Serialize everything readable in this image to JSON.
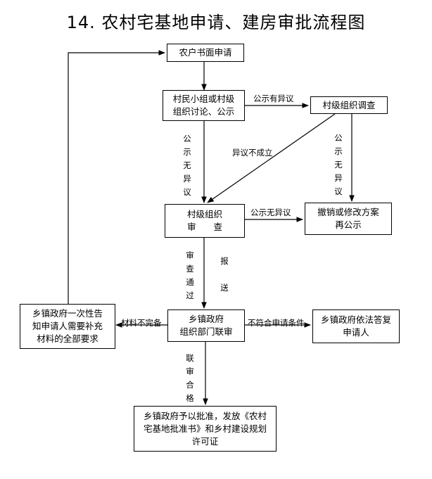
{
  "title": "14. 农村宅基地申请、建房审批流程图",
  "boxes": {
    "apply": "农户书面申请",
    "discuss": "村民小组或村级\n组织讨论、公示",
    "investigate": "村级组织调查",
    "review": "村级组织\n审　　查",
    "revoke": "撤销或修改方案\n再公示",
    "township": "乡镇政府\n组织部门联审",
    "notify": "乡镇政府一次性告\n知申请人需要补充\n材料的全部要求",
    "reply": "乡镇政府依法答复\n申请人",
    "approve": "乡镇政府予以批准，发放《农村\n宅基地批准书》和乡村建设规划\n许可证"
  },
  "labels": {
    "objection": "公示有异议",
    "no_objection_v1": "公\n示\n无\n异\n议",
    "objection_invalid": "异议不成立",
    "no_objection_v2": "公\n示\n无\n异\n议",
    "no_objection_h": "公示无异议",
    "review_pass": "审\n查\n通\n过",
    "report": "报\n\n送",
    "incomplete": "材料不完备",
    "not_eligible": "不符合申请条件",
    "joint_pass": "联\n审\n合\n格"
  }
}
